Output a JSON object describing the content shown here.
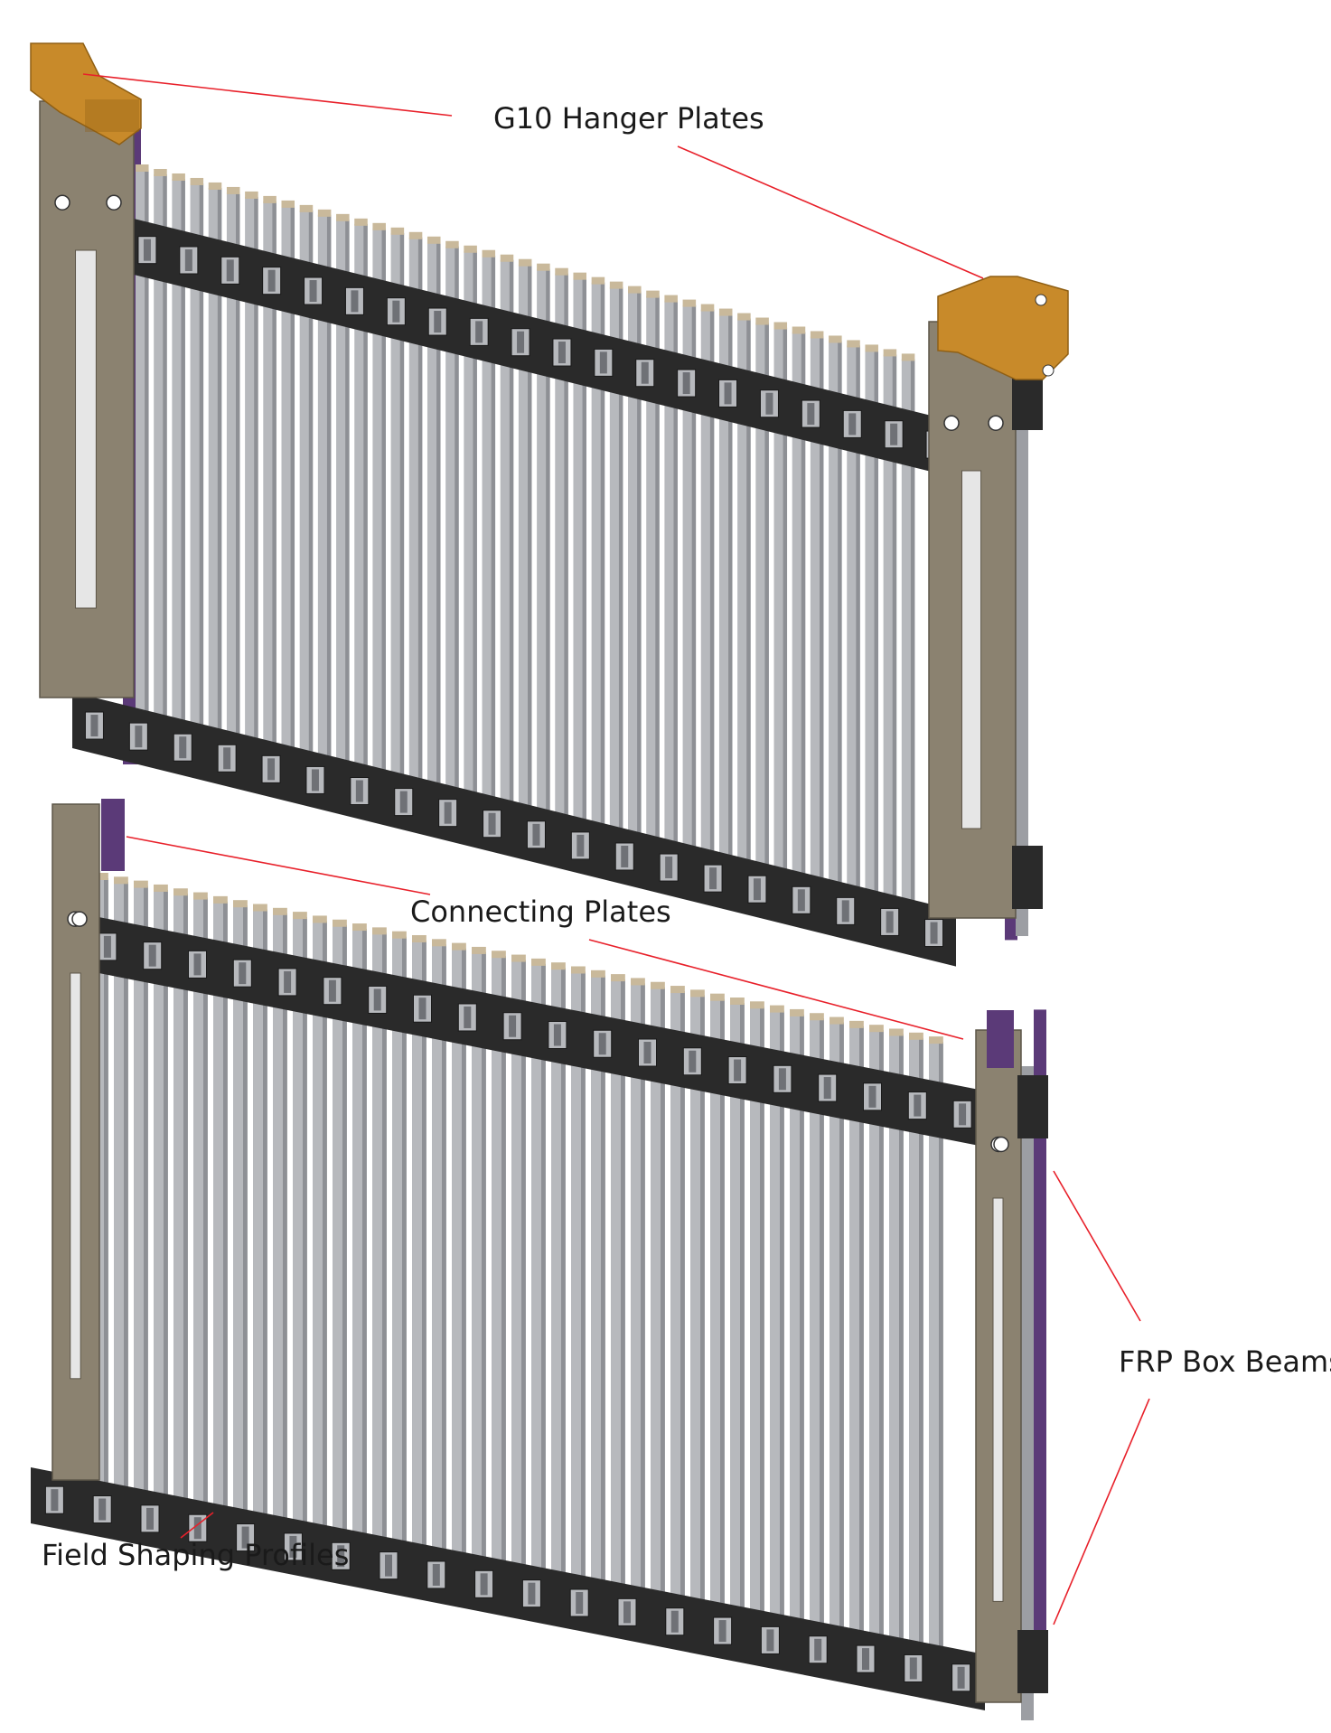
{
  "labels": {
    "hanger": "G10 Hanger Plates",
    "connecting": "Connecting Plates",
    "box_beams": "FRP Box Beams",
    "profiles": "Field Shaping Profiles"
  },
  "colors": {
    "g10": "#c88a2a",
    "g10_dark": "#8f5f14",
    "side_plate": "#8b8270",
    "side_plate_light": "#a59d8b",
    "box_beam": "#2a2a2a",
    "profile": "#b7b9bd",
    "profile_shadow": "#8e9095",
    "profile_cap": "#c9b99b",
    "purple": "#5b3a78",
    "leader": "#e8202a"
  },
  "structure": {
    "profiles_per_module": 43,
    "windows_per_beam": 20
  }
}
